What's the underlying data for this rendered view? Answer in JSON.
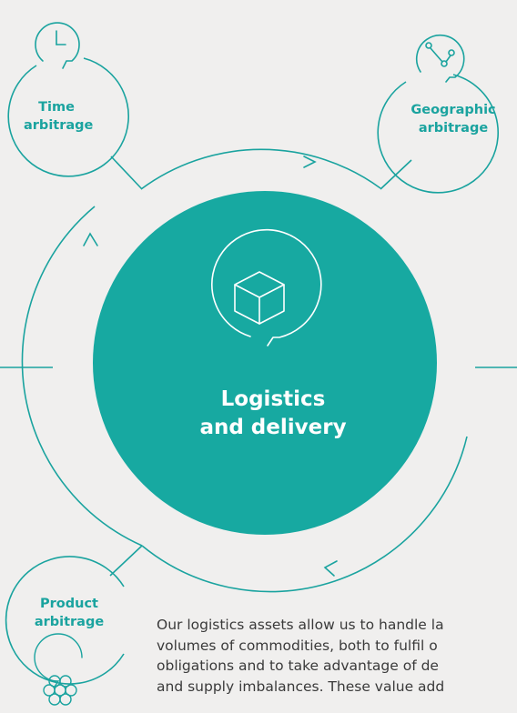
{
  "colors": {
    "accent": "#1aa39f",
    "background": "#f0efee",
    "center_fill": "#17a9a1"
  },
  "center": {
    "line1": "Logistics",
    "line2": "and delivery",
    "icon": "cube-icon"
  },
  "nodes": [
    {
      "id": "time",
      "line1": "Time",
      "line2": "arbitrage",
      "icon": "clock-icon"
    },
    {
      "id": "geographic",
      "line1": "Geographic",
      "line2": "arbitrage",
      "icon": "network-icon"
    },
    {
      "id": "product",
      "line1": "Product",
      "line2": "arbitrage",
      "icon": "molecule-icon"
    }
  ],
  "body_text": [
    "Our logistics assets allow us to handle la",
    "volumes of commodities, both to fulfil o",
    "obligations and to take advantage of de",
    "and supply imbalances. These value add"
  ]
}
